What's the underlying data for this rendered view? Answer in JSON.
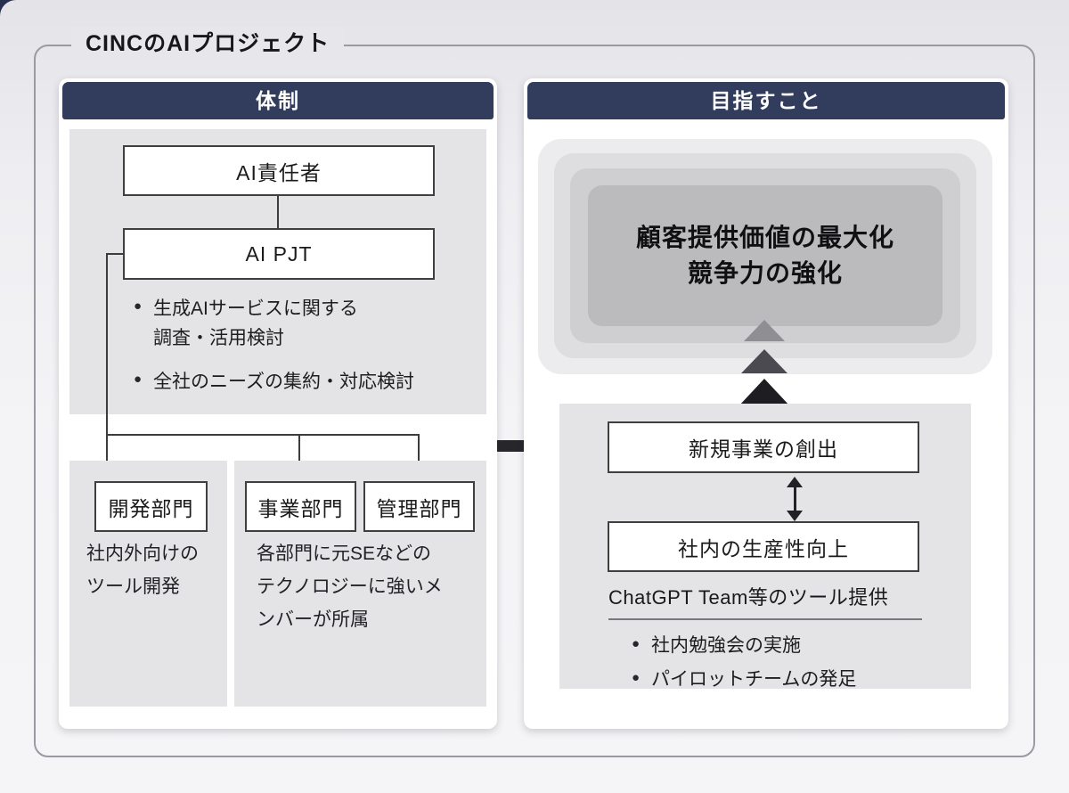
{
  "page": {
    "title": "CINCのAIプロジェクト"
  },
  "colors": {
    "header_navy": "#323d5e",
    "panel_gray": "#e4e4e7",
    "goal_inner_gray": "#bbbbbe",
    "arrow_dark": "#26262b"
  },
  "icons": {
    "bullet": "●"
  },
  "left_panel": {
    "header": "体制",
    "org_chart": {
      "leader_box": "AI責任者",
      "project_box": "AI PJT",
      "project_bullets": [
        "生成AIサービスに関する\n調査・活用検討",
        "全社のニーズの集約・対応検討"
      ]
    },
    "departments": [
      {
        "label": "開発部門"
      },
      {
        "label": "事業部門"
      },
      {
        "label": "管理部門"
      }
    ],
    "dev_note": "社内外向けの\nツール開発",
    "biz_note": "各部門に元SEなどの\nテクノロジーに強いメ\nンバーが所属"
  },
  "right_panel": {
    "header": "目指すこと",
    "goal": "顧客提供価値の最大化\n競争力の強化",
    "outcome_boxes": [
      {
        "label": "新規事業の創出"
      },
      {
        "label": "社内の生産性向上"
      }
    ],
    "tools_heading": "ChatGPT Team等のツール提供",
    "tools_bullets": [
      "社内勉強会の実施",
      "パイロットチームの発足"
    ]
  }
}
